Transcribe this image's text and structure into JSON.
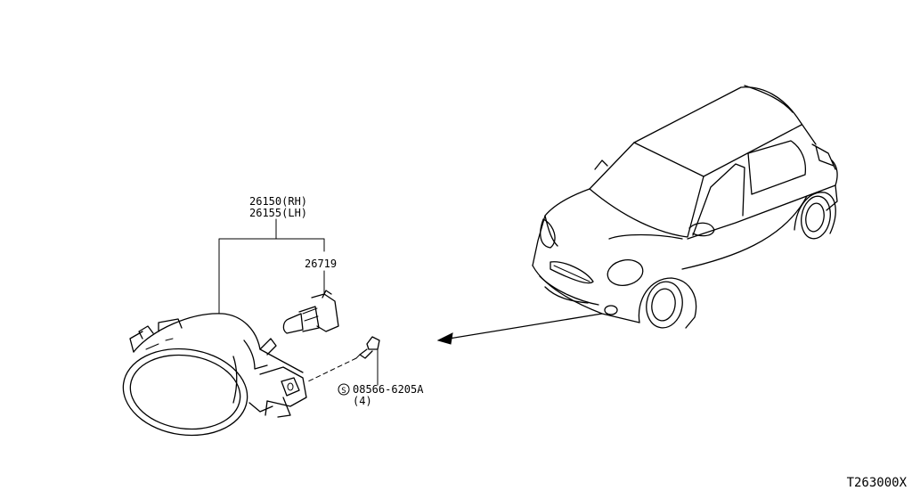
{
  "callouts": {
    "fog_lamp_rh": "26150(RH)",
    "fog_lamp_lh": "26155(LH)",
    "bulb": "26719",
    "screw_prefix": "S",
    "screw": "08566-6205A",
    "screw_qty": "(4)"
  },
  "diagram_code": "T263000X",
  "icons": [
    "fog-lamp-assembly",
    "bulb",
    "screw",
    "vehicle-front-view",
    "location-arrow"
  ]
}
